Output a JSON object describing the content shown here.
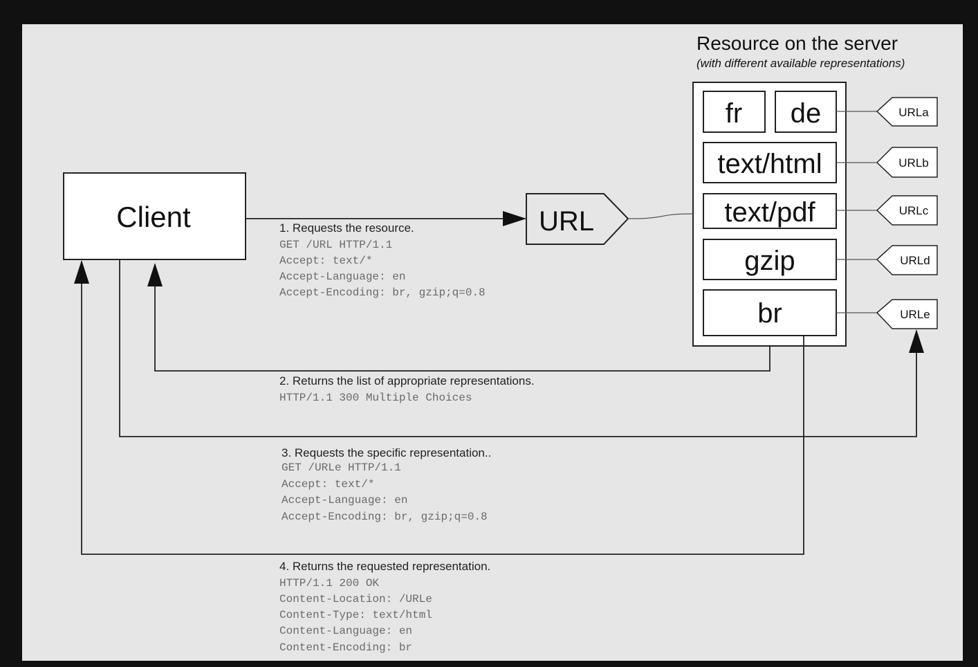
{
  "server": {
    "title": "Resource on the server",
    "subtitle": "(with different available representations)",
    "representations": [
      "fr",
      "de",
      "text/html",
      "text/pdf",
      "gzip",
      "br"
    ],
    "urls": [
      "URLa",
      "URLb",
      "URLc",
      "URLd",
      "URLe"
    ]
  },
  "client": {
    "label": "Client"
  },
  "url": {
    "label": "URL"
  },
  "steps": [
    {
      "title": "1. Requests the resource.",
      "lines": [
        "GET /URL HTTP/1.1",
        "Accept: text/*",
        "Accept-Language: en",
        "Accept-Encoding: br, gzip;q=0.8"
      ]
    },
    {
      "title": "2. Returns the list of  appropriate representations.",
      "lines": [
        "HTTP/1.1 300 Multiple Choices"
      ]
    },
    {
      "title": "3. Requests the specific representation..",
      "lines": [
        "GET /URLe HTTP/1.1",
        "Accept: text/*",
        "Accept-Language: en",
        "Accept-Encoding: br, gzip;q=0.8"
      ]
    },
    {
      "title": "4. Returns the requested representation.",
      "lines": [
        "HTTP/1.1 200 OK",
        "Content-Location: /URLe",
        "Content-Type: text/html",
        "Content-Language: en",
        "Content-Encoding: br"
      ]
    }
  ]
}
